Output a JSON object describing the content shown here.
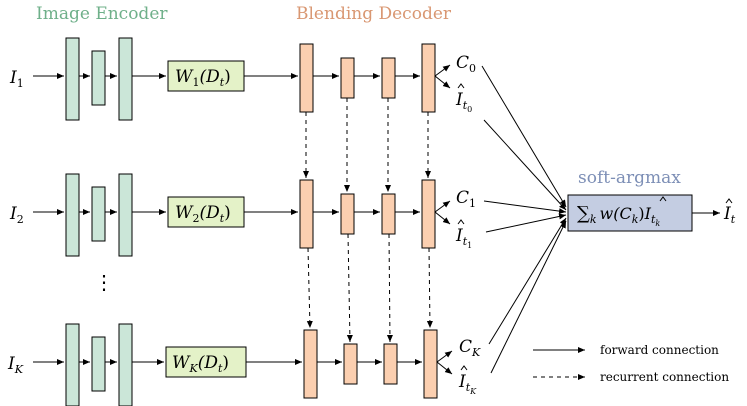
{
  "headers": {
    "encoder": "Image Encoder",
    "decoder": "Blending Decoder",
    "softargmax": "soft-argmax"
  },
  "rows": [
    {
      "input": "I",
      "input_sub": "1",
      "warp": "W",
      "warp_sub": "1",
      "warp_arg": "(D",
      "warp_arg_sub": "t",
      "warp_close": ")",
      "c": "C",
      "c_sub": "0",
      "ihat_sub": "t",
      "ihat_subsub": "0"
    },
    {
      "input": "I",
      "input_sub": "2",
      "warp": "W",
      "warp_sub": "2",
      "warp_arg": "(D",
      "warp_arg_sub": "t",
      "warp_close": ")",
      "c": "C",
      "c_sub": "1",
      "ihat_sub": "t",
      "ihat_subsub": "1"
    },
    {
      "input": "I",
      "input_sub": "K",
      "warp": "W",
      "warp_sub": "K",
      "warp_arg": "(D",
      "warp_arg_sub": "t",
      "warp_close": ")",
      "c": "C",
      "c_sub": "K",
      "ihat_sub": "t",
      "ihat_subsub": "K"
    }
  ],
  "ellipsis": "⋮",
  "blend_formula": {
    "sum": "∑",
    "sum_sub": "k",
    "w": "w",
    "open": "(C",
    "c_sub": "k",
    "close": ")",
    "ihat": "I",
    "ihat_sub": "t",
    "ihat_subsub": "k"
  },
  "output": {
    "text": "I",
    "sub": "t"
  },
  "legend": {
    "forward": "forward connection",
    "recurrent": "recurrent connection"
  },
  "colors": {
    "encoder": "#cbe6d8",
    "encoder_header": "#6fb08a",
    "decoder": "#fbcfb0",
    "decoder_header": "#d99772",
    "warp": "#e4f2c8",
    "softargmax": "#c4cde2",
    "softargmax_header": "#7d8fb6"
  }
}
